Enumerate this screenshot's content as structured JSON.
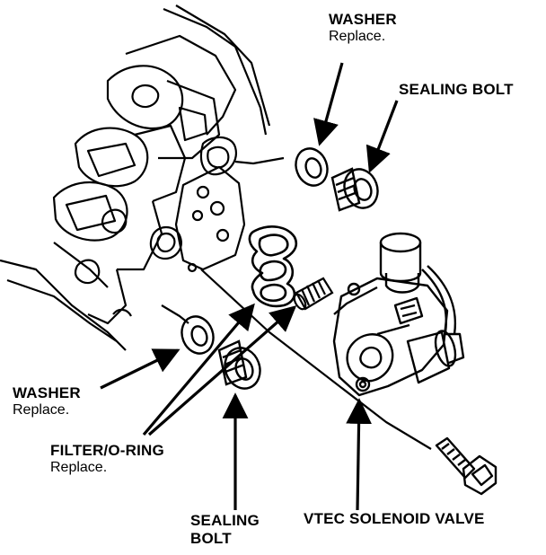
{
  "labels": {
    "washer_top": {
      "name": "WASHER",
      "note": "Replace."
    },
    "sealing_bolt_top": {
      "name": "SEALING BOLT"
    },
    "washer_left": {
      "name": "WASHER",
      "note": "Replace."
    },
    "filter_oring": {
      "name": "FILTER/O-RING",
      "note": "Replace."
    },
    "sealing_bolt_bottom": {
      "line1": "SEALING",
      "line2": "BOLT"
    },
    "vtec_solenoid": {
      "name": "VTEC SOLENOID VALVE"
    }
  },
  "colors": {
    "ink": "#000000",
    "paper": "#ffffff"
  }
}
